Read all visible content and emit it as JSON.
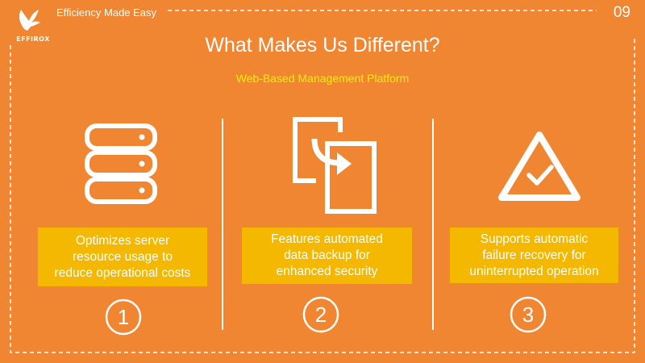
{
  "header": {
    "brand": "EFFIROX",
    "tagline": "Efficiency Made Easy",
    "page_number": "09"
  },
  "slide": {
    "title": "What Makes Us Different?",
    "subtitle": "Web-Based Management Platform"
  },
  "features": [
    {
      "icon": "server-icon",
      "lines": [
        "Optimizes server",
        "resource usage to",
        "reduce operational costs"
      ],
      "number": "1"
    },
    {
      "icon": "file-transfer-icon",
      "lines": [
        "Features automated",
        "data backup for",
        "enhanced security"
      ],
      "number": "2"
    },
    {
      "icon": "warning-check-icon",
      "lines": [
        "Supports automatic",
        "failure recovery for",
        "uninterrupted operation"
      ],
      "number": "3"
    }
  ],
  "colors": {
    "background": "#F08532",
    "box": "#F5B800",
    "subtitle": "#FFF200",
    "foreground": "#FFFFFF"
  }
}
